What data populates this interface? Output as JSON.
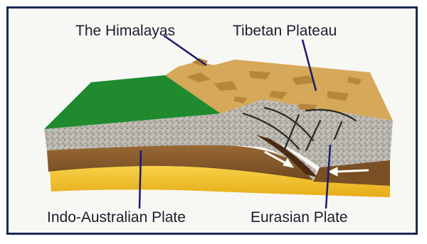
{
  "labels": {
    "himalayas": "The Himalayas",
    "tibetan_plateau": "Tibetan Plateau",
    "indo_australian_plate": "Indo-Australian Plate",
    "eurasian_plate": "Eurasian Plate"
  },
  "colors": {
    "lowland": "#1f8a2e",
    "plateau": "#d6a85a",
    "crust": "#b8b4ac",
    "mantle_brown": "#8a5a2c",
    "asthenosphere": "#f0c22a",
    "leader_lines": "#1a1a6e",
    "arrows": "#ffffff",
    "frame": "#1a2a55"
  }
}
